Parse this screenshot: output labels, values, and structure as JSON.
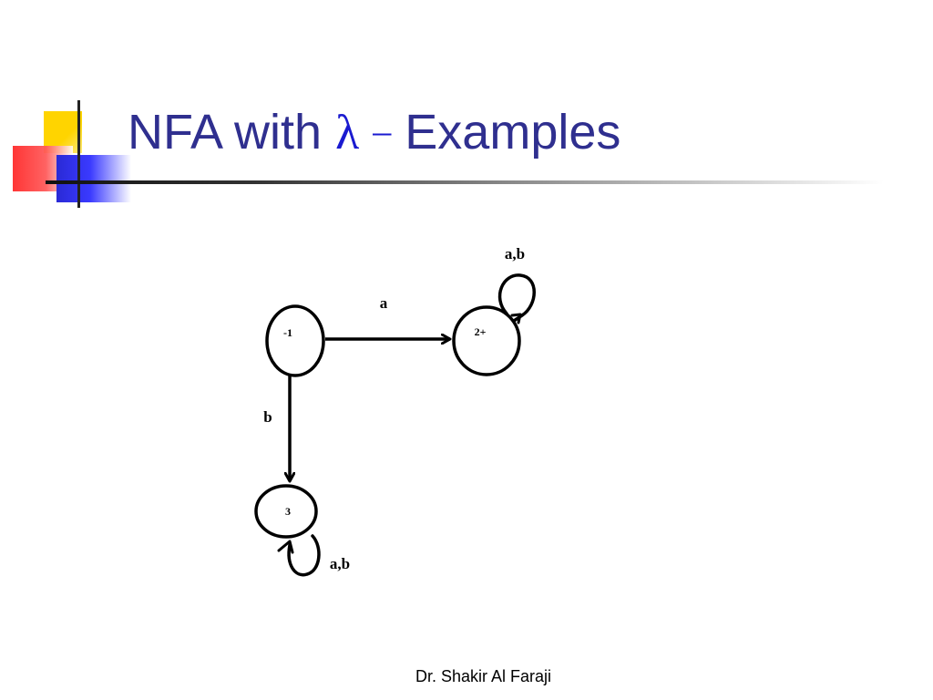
{
  "slide": {
    "title_prefix": "NFA with ",
    "title_lambda": "λ",
    "title_dash": "–",
    "title_suffix": " Examples",
    "footer": "Dr. Shakir Al Faraji"
  },
  "diagram": {
    "states": [
      {
        "id": "s1",
        "label": "-1"
      },
      {
        "id": "s2",
        "label": "2+"
      },
      {
        "id": "s3",
        "label": "3"
      }
    ],
    "transitions": [
      {
        "from": "-1",
        "to": "2+",
        "label": "a"
      },
      {
        "from": "-1",
        "to": "3",
        "label": "b"
      },
      {
        "from": "2+",
        "to": "2+",
        "label": "a,b"
      },
      {
        "from": "3",
        "to": "3",
        "label": "a,b"
      }
    ]
  },
  "colors": {
    "title": "#2f2f8f",
    "lambda": "#1a1ad0",
    "logo_yellow": "#ffd400",
    "logo_red": "#ff2b2b",
    "logo_blue": "#2a2ad6"
  }
}
